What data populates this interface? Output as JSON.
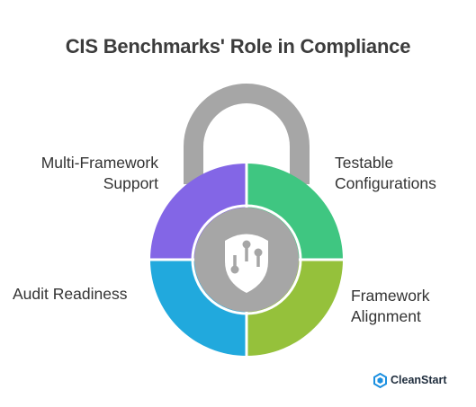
{
  "title": "CIS Benchmarks' Role in Compliance",
  "segments": [
    {
      "lines": [
        "Multi-Framework",
        "Support"
      ],
      "color": "#8366e6"
    },
    {
      "lines": [
        "Testable",
        "Configurations"
      ],
      "color": "#3fc681"
    },
    {
      "lines": [
        "Audit Readiness"
      ],
      "color": "#21a9dd"
    },
    {
      "lines": [
        "Framework",
        "Alignment"
      ],
      "color": "#95c13b"
    }
  ],
  "shackle_color": "#a6a6a6",
  "center_ring_color": "#a6a6a6",
  "shield_icon": "shield-icon",
  "brand": {
    "name": "CleanStart",
    "icon": "cleanstart-logo-icon"
  }
}
